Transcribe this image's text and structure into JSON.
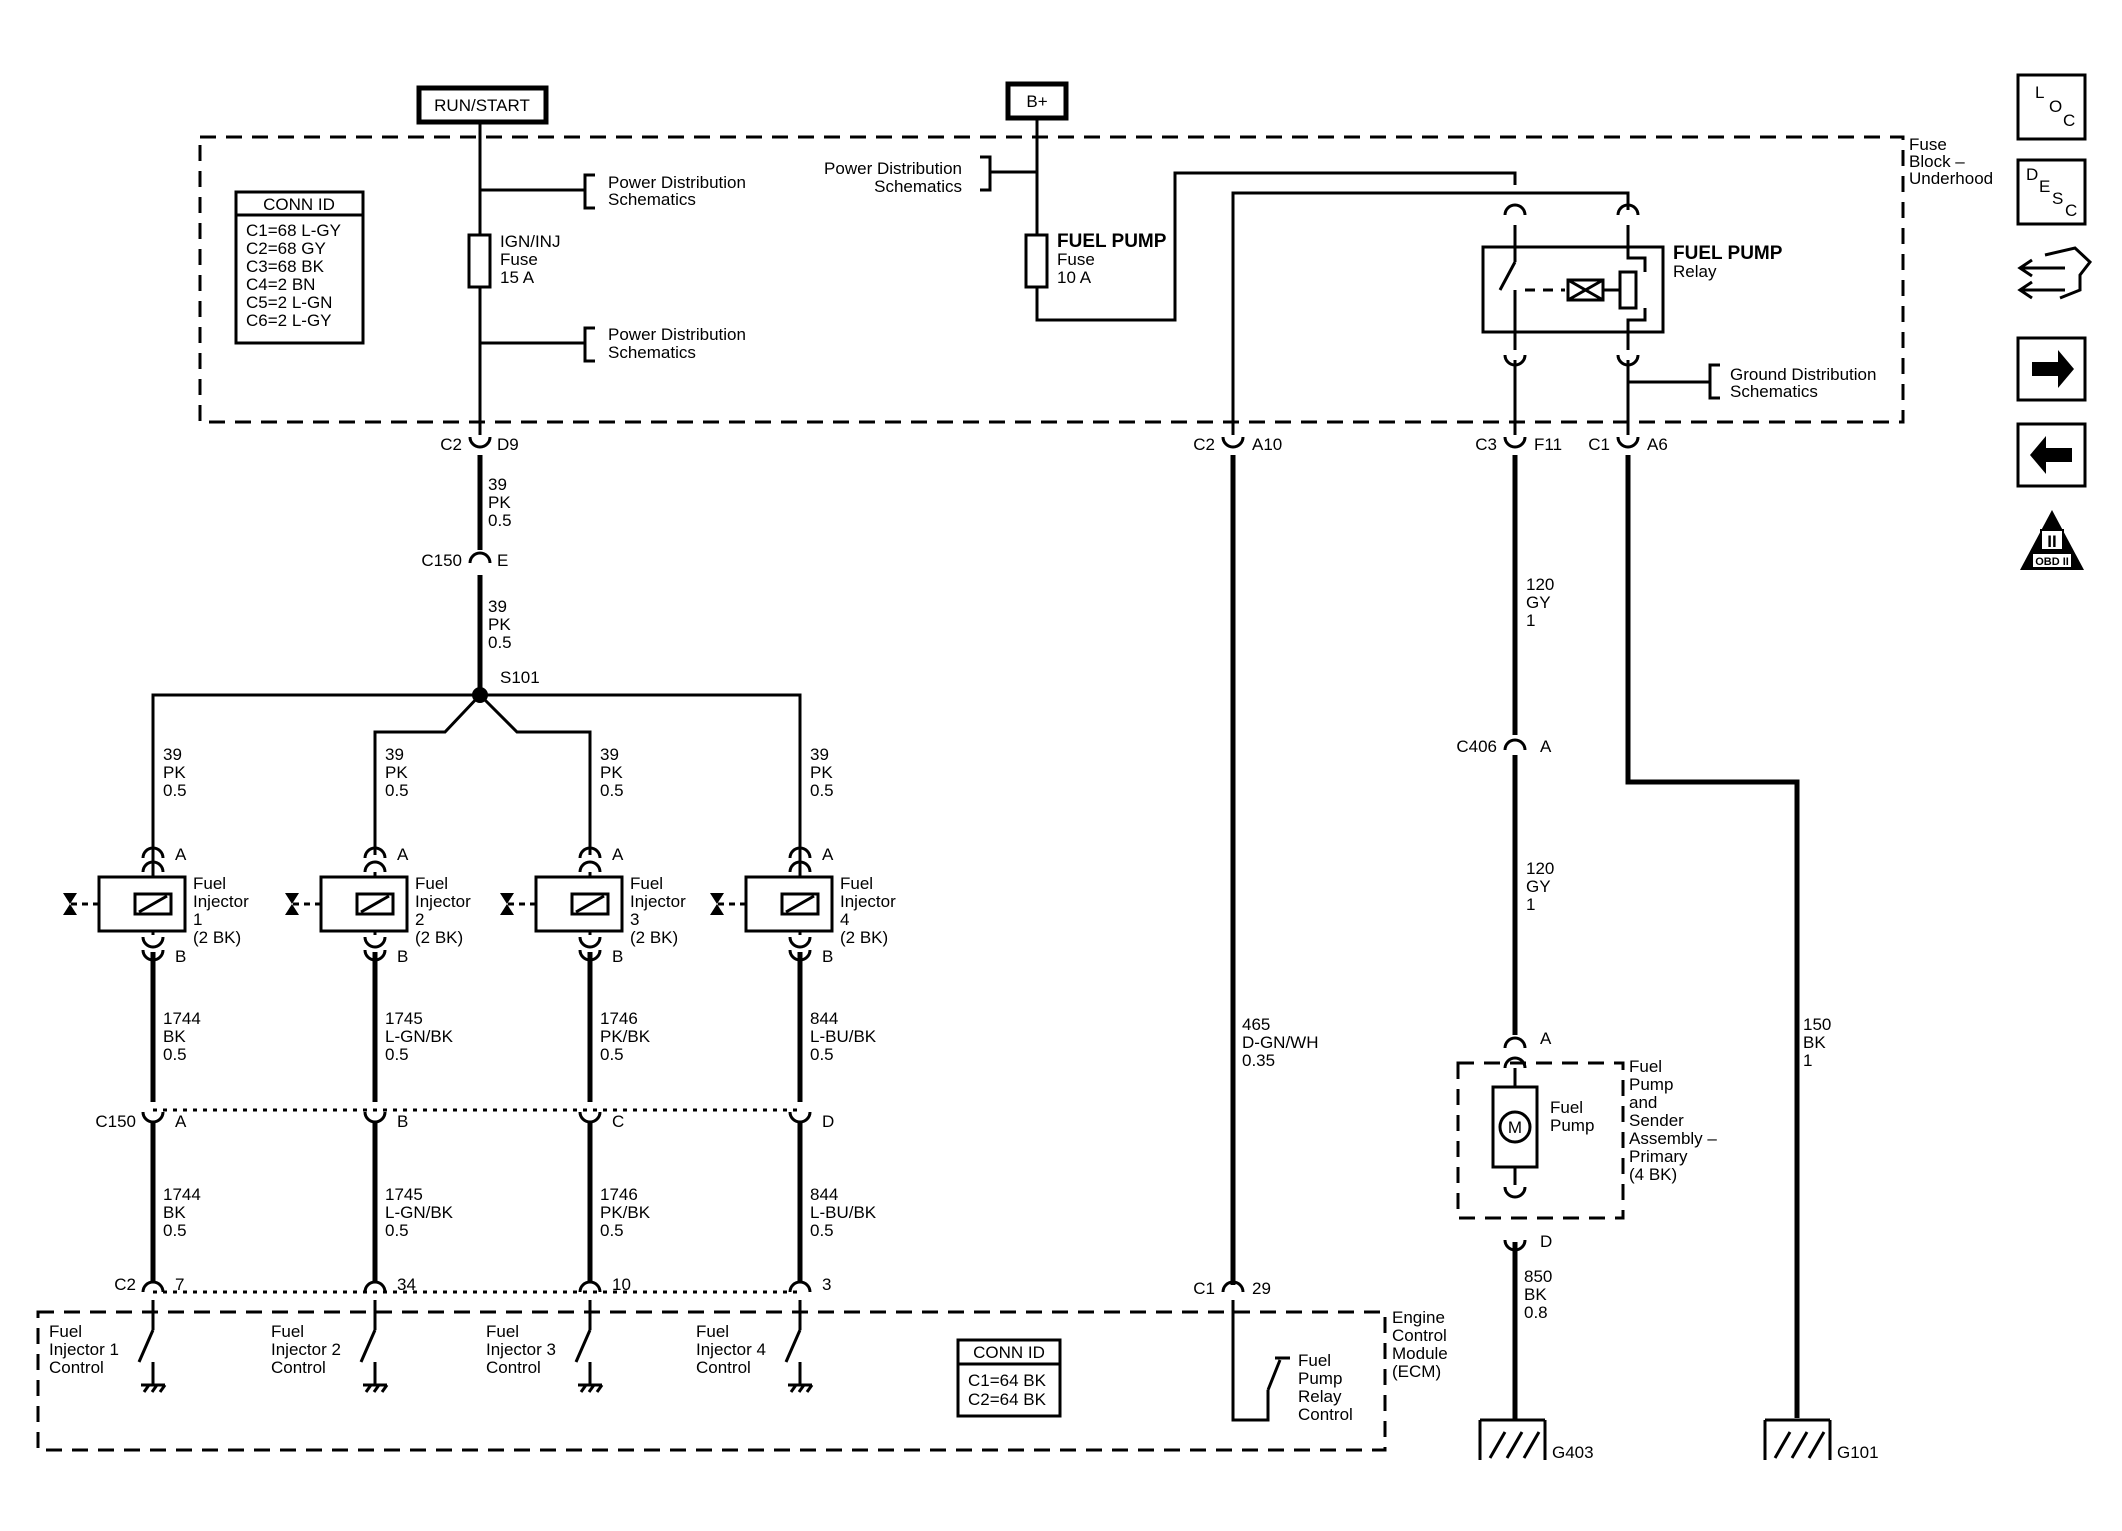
{
  "sources": {
    "run_start": "RUN/START",
    "b_plus": "B+"
  },
  "conn_id_top": {
    "title": "CONN ID",
    "lines": [
      "C1=68 L-GY",
      "C2=68 GY",
      "C3=68 BK",
      "C4=2 BN",
      "C5=2 L-GN",
      "C6=2 L-GY"
    ]
  },
  "conn_id_bottom": {
    "title": "CONN ID",
    "lines": [
      "C1=64 BK",
      "C2=64 BK"
    ]
  },
  "fuse_block": {
    "lines": [
      "Fuse",
      "Block –",
      "Underhood"
    ]
  },
  "ecm": {
    "lines": [
      "Engine",
      "Control",
      "Module",
      "(ECM)"
    ]
  },
  "refs": {
    "power_dist": [
      "Power Distribution",
      "Schematics"
    ],
    "ground_dist": [
      "Ground Distribution",
      "Schematics"
    ]
  },
  "fuses": {
    "ign_inj": [
      "IGN/INJ",
      "Fuse",
      "15 A"
    ],
    "fuel_pump": [
      "FUEL PUMP",
      "Fuse",
      "10 A"
    ]
  },
  "relay": {
    "lines": [
      "FUEL PUMP",
      "Relay"
    ]
  },
  "connectors": {
    "c2_d9": [
      "C2",
      "D9"
    ],
    "c150_e": [
      "C150",
      "E"
    ],
    "s101": "S101",
    "c2_a10": [
      "C2",
      "A10"
    ],
    "c3_f11": [
      "C3",
      "F11"
    ],
    "c1_a6": [
      "C1",
      "A6"
    ],
    "c406_a": [
      "C406",
      "A"
    ],
    "pump_a": "A",
    "pump_d": "D",
    "c150_row": [
      "C150",
      "A",
      "B",
      "C",
      "D"
    ],
    "c2_row": [
      "C2",
      "7",
      "34",
      "10",
      "3"
    ],
    "c1_29": [
      "C1",
      "29"
    ],
    "inj_pin_a": "A",
    "inj_pin_b": "B"
  },
  "wires": {
    "w39_pk": [
      "39",
      "PK",
      "0.5"
    ],
    "w120_gy": [
      "120",
      "GY",
      "1"
    ],
    "w465": [
      "465",
      "D-GN/WH",
      "0.35"
    ],
    "w150": [
      "150",
      "BK",
      "1"
    ],
    "w850": [
      "850",
      "BK",
      "0.8"
    ],
    "inj_wires": [
      [
        "1744",
        "BK",
        "0.5"
      ],
      [
        "1745",
        "L-GN/BK",
        "0.5"
      ],
      [
        "1746",
        "PK/BK",
        "0.5"
      ],
      [
        "844",
        "L-BU/BK",
        "0.5"
      ]
    ]
  },
  "injectors": [
    [
      "Fuel",
      "Injector",
      "1",
      "(2 BK)"
    ],
    [
      "Fuel",
      "Injector",
      "2",
      "(2 BK)"
    ],
    [
      "Fuel",
      "Injector",
      "3",
      "(2 BK)"
    ],
    [
      "Fuel",
      "Injector",
      "4",
      "(2 BK)"
    ]
  ],
  "ecm_controls": [
    [
      "Fuel",
      "Injector 1",
      "Control"
    ],
    [
      "Fuel",
      "Injector 2",
      "Control"
    ],
    [
      "Fuel",
      "Injector 3",
      "Control"
    ],
    [
      "Fuel",
      "Injector 4",
      "Control"
    ]
  ],
  "relay_control": [
    "Fuel",
    "Pump",
    "Relay",
    "Control"
  ],
  "pump": {
    "motor_symbol": "M",
    "label": [
      "Fuel",
      "Pump"
    ],
    "assembly": [
      "Fuel",
      "Pump",
      "and",
      "Sender",
      "Assembly –",
      "Primary",
      "(4 BK)"
    ]
  },
  "grounds": {
    "g403": "G403",
    "g101": "G101"
  },
  "nav": {
    "loc": [
      "L",
      "O",
      "C"
    ],
    "desc": [
      "D",
      "E",
      "S",
      "C"
    ],
    "obd": {
      "numeral": "II",
      "label": "OBD II"
    },
    "icons": [
      "loc-icon",
      "desc-icon",
      "connector-icon",
      "next-arrow-icon",
      "prev-arrow-icon",
      "obd-ii-icon"
    ]
  }
}
